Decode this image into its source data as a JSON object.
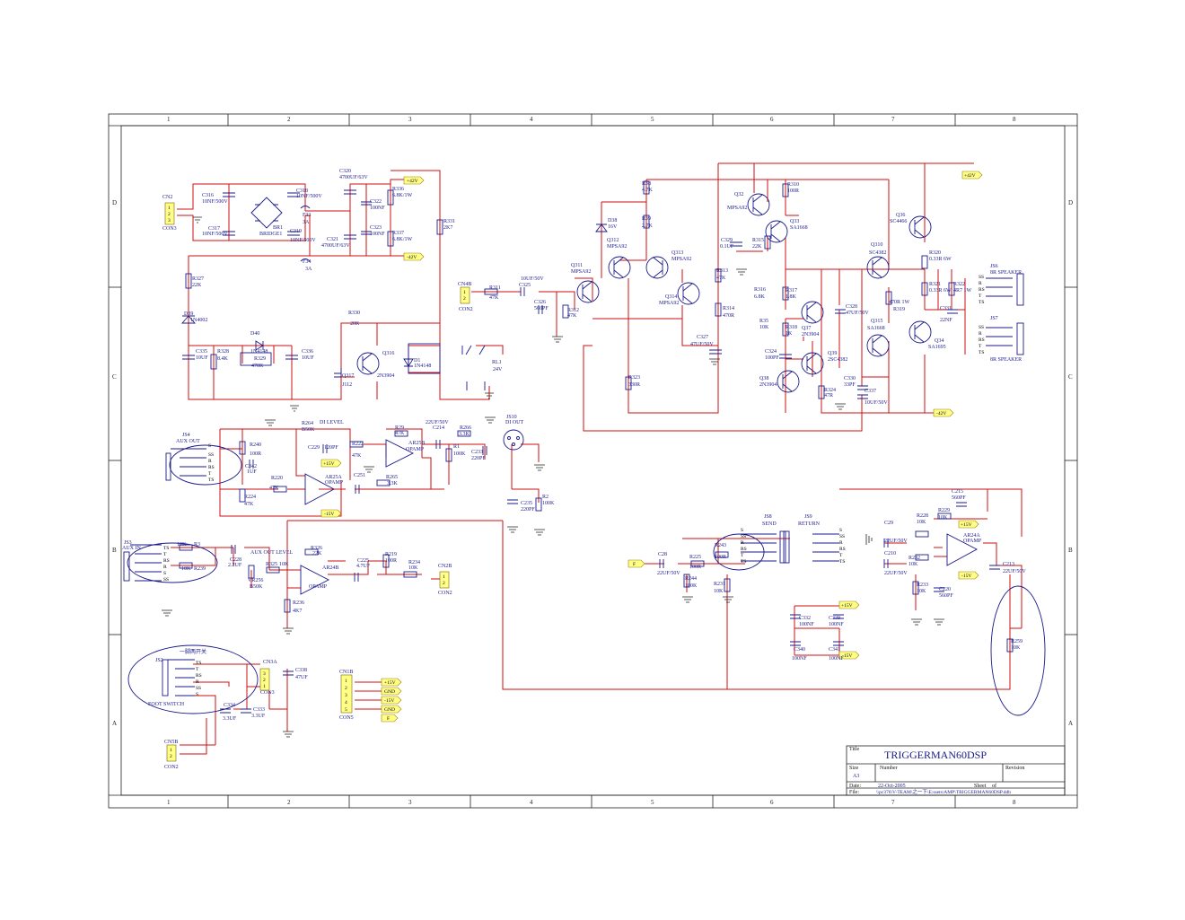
{
  "title_block": {
    "title_label": "Title",
    "title": "TRIGGERMAN60DSP",
    "size_label": "Size",
    "size": "A3",
    "number_label": "Number",
    "revision_label": "Revision",
    "date_label": "Date:",
    "date": "22-Oct-2005",
    "sheet_label": "Sheet",
    "of_label": "of",
    "file_label": "File:",
    "file": "\\\\pc376\\V-TEAM\\之一下\\E:ssets\\AMP\\TRIGGERMAN60DSP.ddb"
  },
  "zones": {
    "cols": [
      "1",
      "2",
      "3",
      "4",
      "5",
      "6",
      "7",
      "8"
    ],
    "rows": [
      "D",
      "C",
      "B",
      "A"
    ]
  },
  "components": [
    {
      "id": "CN2",
      "text": "CN2"
    },
    {
      "id": "CON3a",
      "text": "CON3"
    },
    {
      "id": "C316",
      "text": "C316"
    },
    {
      "id": "C316v",
      "text": "10NF/500V"
    },
    {
      "id": "C317",
      "text": "C317"
    },
    {
      "id": "C317v",
      "text": "10NF/500V"
    },
    {
      "id": "BR1",
      "text": "BR1"
    },
    {
      "id": "BRIDGE1",
      "text": "BRIDGE1"
    },
    {
      "id": "C318",
      "text": "C318"
    },
    {
      "id": "C318v",
      "text": "10NF/500V"
    },
    {
      "id": "C319",
      "text": "C319"
    },
    {
      "id": "C319v",
      "text": "10NF/500V"
    },
    {
      "id": "F33",
      "text": "F33"
    },
    {
      "id": "F33v",
      "text": "3A"
    },
    {
      "id": "F34",
      "text": "F34"
    },
    {
      "id": "F34v",
      "text": "3A"
    },
    {
      "id": "C320",
      "text": "C320"
    },
    {
      "id": "C320v",
      "text": "4700UF/63V"
    },
    {
      "id": "C321",
      "text": "C321"
    },
    {
      "id": "C321v",
      "text": "4700UF/63V"
    },
    {
      "id": "C322",
      "text": "C322"
    },
    {
      "id": "C322v",
      "text": "100NF"
    },
    {
      "id": "C323",
      "text": "C323"
    },
    {
      "id": "C323v",
      "text": "100NF"
    },
    {
      "id": "R336",
      "text": "R336"
    },
    {
      "id": "R336v",
      "text": "6.8K/1W"
    },
    {
      "id": "R337",
      "text": "R337"
    },
    {
      "id": "R337v",
      "text": "6.8K/1W"
    },
    {
      "id": "R331",
      "text": "R331"
    },
    {
      "id": "R331v",
      "text": "2K7"
    },
    {
      "id": "R327",
      "text": "R327"
    },
    {
      "id": "R327v",
      "text": "22K"
    },
    {
      "id": "D39",
      "text": "D39"
    },
    {
      "id": "D39v",
      "text": "1N4002"
    },
    {
      "id": "C335",
      "text": "C335"
    },
    {
      "id": "C335v",
      "text": "10UF"
    },
    {
      "id": "R328",
      "text": "R328"
    },
    {
      "id": "R328v",
      "text": "8.4K"
    },
    {
      "id": "D40",
      "text": "D40"
    },
    {
      "id": "D40v",
      "text": "1N4148"
    },
    {
      "id": "R329",
      "text": "R329"
    },
    {
      "id": "R329v",
      "text": "470K"
    },
    {
      "id": "C336",
      "text": "C336"
    },
    {
      "id": "C336v",
      "text": "10UF"
    },
    {
      "id": "R330",
      "text": "R330"
    },
    {
      "id": "R330v",
      "text": "20K"
    },
    {
      "id": "Q316",
      "text": "Q316"
    },
    {
      "id": "Q316v",
      "text": "2N3904"
    },
    {
      "id": "Q317",
      "text": "Q317"
    },
    {
      "id": "Q317v",
      "text": "J112"
    },
    {
      "id": "D1",
      "text": "D1"
    },
    {
      "id": "D1v",
      "text": "1N4148"
    },
    {
      "id": "RL1",
      "text": "RL1"
    },
    {
      "id": "RL1v",
      "text": "24V"
    },
    {
      "id": "CN4B",
      "text": "CN4B"
    },
    {
      "id": "CON2a",
      "text": "CON2"
    },
    {
      "id": "R311",
      "text": "R311"
    },
    {
      "id": "R311v",
      "text": "47K"
    },
    {
      "id": "C325",
      "text": "C325"
    },
    {
      "id": "C325v",
      "text": "10UF/50V"
    },
    {
      "id": "C326",
      "text": "C326"
    },
    {
      "id": "C326v",
      "text": "560PF"
    },
    {
      "id": "R312",
      "text": "R312"
    },
    {
      "id": "R312v",
      "text": "47K"
    },
    {
      "id": "Q311",
      "text": "Q311"
    },
    {
      "id": "Q311v",
      "text": "MPSA92"
    },
    {
      "id": "Q312",
      "text": "Q312"
    },
    {
      "id": "Q312v",
      "text": "MPSA92"
    },
    {
      "id": "Q313",
      "text": "Q313"
    },
    {
      "id": "Q313v",
      "text": "MPSA92"
    },
    {
      "id": "Q314",
      "text": "Q314"
    },
    {
      "id": "Q314v",
      "text": "MPSA92"
    },
    {
      "id": "D38",
      "text": "D38"
    },
    {
      "id": "D38v",
      "text": "16V"
    },
    {
      "id": "R38",
      "text": "R38"
    },
    {
      "id": "R38v",
      "text": "4.7K"
    },
    {
      "id": "R39",
      "text": "R39"
    },
    {
      "id": "R39v",
      "text": "2.7K"
    },
    {
      "id": "R323",
      "text": "R323"
    },
    {
      "id": "R323v",
      "text": "330R"
    },
    {
      "id": "R313",
      "text": "R313"
    },
    {
      "id": "R313v",
      "text": "47K"
    },
    {
      "id": "R314",
      "text": "R314"
    },
    {
      "id": "R314v",
      "text": "470R"
    },
    {
      "id": "C327",
      "text": "C327"
    },
    {
      "id": "C327v",
      "text": "47UF/50V"
    },
    {
      "id": "C329",
      "text": "C329"
    },
    {
      "id": "C329v",
      "text": "0.1UF"
    },
    {
      "id": "R315",
      "text": "R315"
    },
    {
      "id": "R315v",
      "text": "22K"
    },
    {
      "id": "Q32",
      "text": "Q32"
    },
    {
      "id": "Q32v",
      "text": "MPSA92"
    },
    {
      "id": "R310",
      "text": "R310"
    },
    {
      "id": "R310v",
      "text": "100R"
    },
    {
      "id": "Q33",
      "text": "Q33"
    },
    {
      "id": "Q33v",
      "text": "SA1668"
    },
    {
      "id": "R316",
      "text": "R316"
    },
    {
      "id": "R316v",
      "text": "6.8K"
    },
    {
      "id": "R317",
      "text": "R317"
    },
    {
      "id": "R317v",
      "text": "1.8K"
    },
    {
      "id": "R35",
      "text": "R35"
    },
    {
      "id": "R35v",
      "text": "10K"
    },
    {
      "id": "R318",
      "text": "R318"
    },
    {
      "id": "R318v",
      "text": "1K"
    },
    {
      "id": "Q37",
      "text": "Q37"
    },
    {
      "id": "Q37v",
      "text": "2N3904"
    },
    {
      "id": "C328",
      "text": "C328"
    },
    {
      "id": "C328v",
      "text": "47UF/50V"
    },
    {
      "id": "C324",
      "text": "C324"
    },
    {
      "id": "C324v",
      "text": "100PF"
    },
    {
      "id": "Q39",
      "text": "Q39"
    },
    {
      "id": "Q39v",
      "text": "2SC4382"
    },
    {
      "id": "Q38",
      "text": "Q38"
    },
    {
      "id": "Q38v",
      "text": "2N3904"
    },
    {
      "id": "R324",
      "text": "R324"
    },
    {
      "id": "R324v",
      "text": "47R"
    },
    {
      "id": "C330",
      "text": "C330"
    },
    {
      "id": "C330v",
      "text": "33PF"
    },
    {
      "id": "C337",
      "text": "C337"
    },
    {
      "id": "C337v",
      "text": "10UF/50V"
    },
    {
      "id": "Q310",
      "text": "Q310"
    },
    {
      "id": "Q310v",
      "text": "SC4382"
    },
    {
      "id": "Q36",
      "text": "Q36"
    },
    {
      "id": "Q36v",
      "text": "SC4466"
    },
    {
      "id": "R319",
      "text": "R319"
    },
    {
      "id": "R319v",
      "text": "470R 1W"
    },
    {
      "id": "Q315",
      "text": "Q315"
    },
    {
      "id": "Q315v",
      "text": "SA1668"
    },
    {
      "id": "Q34",
      "text": "Q34"
    },
    {
      "id": "Q34v",
      "text": "SA1695"
    },
    {
      "id": "R320",
      "text": "R320"
    },
    {
      "id": "R320v",
      "text": "0.33R 6W"
    },
    {
      "id": "R321",
      "text": "R321"
    },
    {
      "id": "R321v",
      "text": "0.33R 6W"
    },
    {
      "id": "R322",
      "text": "R322"
    },
    {
      "id": "R322v",
      "text": "4R7 1W"
    },
    {
      "id": "C331",
      "text": "C331"
    },
    {
      "id": "C331v",
      "text": "22NF"
    },
    {
      "id": "JS6",
      "text": "JS6"
    },
    {
      "id": "JS6v",
      "text": "8R SPEAKER"
    },
    {
      "id": "JS7",
      "text": "JS7"
    },
    {
      "id": "JS7v",
      "text": "8R SPEAKER"
    },
    {
      "id": "JS4",
      "text": "JS4"
    },
    {
      "id": "JS4v",
      "text": "AUX OUT"
    },
    {
      "id": "R240",
      "text": "R240"
    },
    {
      "id": "R240v",
      "text": "100R"
    },
    {
      "id": "C342",
      "text": "C342"
    },
    {
      "id": "C342v",
      "text": "1UF"
    },
    {
      "id": "R224",
      "text": "R224"
    },
    {
      "id": "R224v",
      "text": "47K"
    },
    {
      "id": "R220",
      "text": "R220"
    },
    {
      "id": "R220v",
      "text": "47K"
    },
    {
      "id": "R264",
      "text": "R264"
    },
    {
      "id": "R264v",
      "text": "B50K"
    },
    {
      "id": "DILEVEL",
      "text": "DI LEVEL"
    },
    {
      "id": "C229",
      "text": "C229"
    },
    {
      "id": "C229v",
      "text": "120PF"
    },
    {
      "id": "R222",
      "text": "R222"
    },
    {
      "id": "R222v",
      "text": "47K"
    },
    {
      "id": "AR25A",
      "text": "AR25A"
    },
    {
      "id": "AR25Av",
      "text": "OPAMP"
    },
    {
      "id": "C251",
      "text": "C251"
    },
    {
      "id": "R29",
      "text": "R29"
    },
    {
      "id": "R29v",
      "text": "47K"
    },
    {
      "id": "AR25B",
      "text": "AR25B"
    },
    {
      "id": "AR25Bv",
      "text": "OPAMP"
    },
    {
      "id": "R265",
      "text": "R265"
    },
    {
      "id": "R265v",
      "text": "3.3K"
    },
    {
      "id": "C214",
      "text": "C214"
    },
    {
      "id": "C214v",
      "text": "22UF/50V"
    },
    {
      "id": "R266",
      "text": "R266"
    },
    {
      "id": "R266v",
      "text": "3.3K"
    },
    {
      "id": "R1",
      "text": "R1"
    },
    {
      "id": "R1v",
      "text": "100K"
    },
    {
      "id": "C233",
      "text": "C233"
    },
    {
      "id": "C233v",
      "text": "220PF"
    },
    {
      "id": "JS10",
      "text": "JS10"
    },
    {
      "id": "JS10v",
      "text": "DI OUT"
    },
    {
      "id": "C235",
      "text": "C235"
    },
    {
      "id": "C235v",
      "text": "220PF"
    },
    {
      "id": "R2",
      "text": "R2"
    },
    {
      "id": "R2v",
      "text": "100K"
    },
    {
      "id": "JS3",
      "text": "JS3"
    },
    {
      "id": "JS3v",
      "text": "AUX IN"
    },
    {
      "id": "R3",
      "text": "R3"
    },
    {
      "id": "R3v",
      "text": "10K"
    },
    {
      "id": "R239",
      "text": "R239"
    },
    {
      "id": "R239v",
      "text": "10K"
    },
    {
      "id": "C228",
      "text": "C228"
    },
    {
      "id": "C228v",
      "text": "2.2UF"
    },
    {
      "id": "AUXOUTLVL",
      "text": "AUX OUT LEVEL"
    },
    {
      "id": "R325",
      "text": "R325"
    },
    {
      "id": "R325v",
      "text": "10K"
    },
    {
      "id": "VR256",
      "text": "VR256"
    },
    {
      "id": "VR256v",
      "text": "B50K"
    },
    {
      "id": "R326",
      "text": "R326"
    },
    {
      "id": "R326v",
      "text": "22K"
    },
    {
      "id": "AR24B",
      "text": "AR24B"
    },
    {
      "id": "AR24Bv",
      "text": "OPAMP"
    },
    {
      "id": "C225",
      "text": "C225"
    },
    {
      "id": "C225v",
      "text": "4.7UF"
    },
    {
      "id": "R219",
      "text": "R219"
    },
    {
      "id": "R219v",
      "text": "100R"
    },
    {
      "id": "R234",
      "text": "R234"
    },
    {
      "id": "R234v",
      "text": "10K"
    },
    {
      "id": "CN2B",
      "text": "CN2B"
    },
    {
      "id": "CON2b",
      "text": "CON2"
    },
    {
      "id": "R236",
      "text": "R236"
    },
    {
      "id": "R236v",
      "text": "4K7"
    },
    {
      "id": "JS2",
      "text": "JS2"
    },
    {
      "id": "JS2n",
      "text": "一脚两开关"
    },
    {
      "id": "FOOTSW",
      "text": "FOOT SWITCH"
    },
    {
      "id": "CN3A",
      "text": "CN3A"
    },
    {
      "id": "CON3b",
      "text": "CON3"
    },
    {
      "id": "C338",
      "text": "C338"
    },
    {
      "id": "C338v",
      "text": "47UF"
    },
    {
      "id": "C334",
      "text": "C334"
    },
    {
      "id": "C334v",
      "text": "3.3UF"
    },
    {
      "id": "C333",
      "text": "C333"
    },
    {
      "id": "C333v",
      "text": "3.3UF"
    },
    {
      "id": "CN1B",
      "text": "CN1B"
    },
    {
      "id": "CON5",
      "text": "CON5"
    },
    {
      "id": "CN5B",
      "text": "CN5B"
    },
    {
      "id": "CON2c",
      "text": "CON2"
    },
    {
      "id": "C28",
      "text": "C28"
    },
    {
      "id": "C28v",
      "text": "22UF/50V"
    },
    {
      "id": "R225",
      "text": "R225"
    },
    {
      "id": "R225v",
      "text": "100R"
    },
    {
      "id": "R244",
      "text": "R244"
    },
    {
      "id": "R244v",
      "text": "100K"
    },
    {
      "id": "R243",
      "text": "R243"
    },
    {
      "id": "R243v",
      "text": "100R"
    },
    {
      "id": "R231",
      "text": "R231"
    },
    {
      "id": "R231v",
      "text": "10K"
    },
    {
      "id": "JS8",
      "text": "JS8"
    },
    {
      "id": "JS8v",
      "text": "SEND"
    },
    {
      "id": "JS9",
      "text": "JS9"
    },
    {
      "id": "JS9v",
      "text": "RETURN"
    },
    {
      "id": "C29",
      "text": "C29"
    },
    {
      "id": "C29v",
      "text": "22UF/50V"
    },
    {
      "id": "C210",
      "text": "C210"
    },
    {
      "id": "C210v",
      "text": "22UF/50V"
    },
    {
      "id": "R228",
      "text": "R228"
    },
    {
      "id": "R228v",
      "text": "10K"
    },
    {
      "id": "R232",
      "text": "R232"
    },
    {
      "id": "R232v",
      "text": "10K"
    },
    {
      "id": "R229",
      "text": "R229"
    },
    {
      "id": "R229v",
      "text": "10K"
    },
    {
      "id": "C215",
      "text": "C215"
    },
    {
      "id": "C215v",
      "text": "560PF"
    },
    {
      "id": "AR24A",
      "text": "AR24A"
    },
    {
      "id": "AR24Av",
      "text": "OPAMP"
    },
    {
      "id": "R233",
      "text": "R233"
    },
    {
      "id": "R233v",
      "text": "10K"
    },
    {
      "id": "C220",
      "text": "C220"
    },
    {
      "id": "C220v",
      "text": "560PF"
    },
    {
      "id": "C213",
      "text": "C213"
    },
    {
      "id": "C213v",
      "text": "22UF/50V"
    },
    {
      "id": "R259",
      "text": "R259"
    },
    {
      "id": "R259v",
      "text": "10K"
    },
    {
      "id": "C332",
      "text": "C332"
    },
    {
      "id": "C332v",
      "text": "100NF"
    },
    {
      "id": "C339",
      "text": "C339"
    },
    {
      "id": "C339v",
      "text": "100NF"
    },
    {
      "id": "C340",
      "text": "C340"
    },
    {
      "id": "C340v",
      "text": "100NF"
    },
    {
      "id": "C341",
      "text": "C341"
    },
    {
      "id": "C341v",
      "text": "100NF"
    }
  ],
  "net_ports": {
    "p42_top": "+42V",
    "m42_top": "-42V",
    "p42_right": "+42V",
    "m42_right": "-42V",
    "p15_a": "+15V",
    "m15_a": "-15V",
    "p15_b": "+15V",
    "m15_b": "-15V",
    "p15_c": "+15V",
    "m15_c": "-15V",
    "f_left": "F",
    "cn1_p15": "+15V",
    "cn1_gnd1": "GND",
    "cn1_m15": "-15V",
    "cn1_gnd2": "GND",
    "cn1_f": "F"
  },
  "pins": {
    "tsr": [
      "S",
      "SS",
      "R",
      "RS",
      "T",
      "TS"
    ],
    "p123": [
      "1",
      "2",
      "3"
    ],
    "p12": [
      "1",
      "2"
    ],
    "p12345": [
      "1",
      "2",
      "3",
      "4",
      "5"
    ],
    "p321": [
      "3",
      "2",
      "1"
    ]
  },
  "colors": {
    "wire": "#cc1111",
    "part": "#1a1a8c",
    "port_fill": "#ffff88"
  }
}
